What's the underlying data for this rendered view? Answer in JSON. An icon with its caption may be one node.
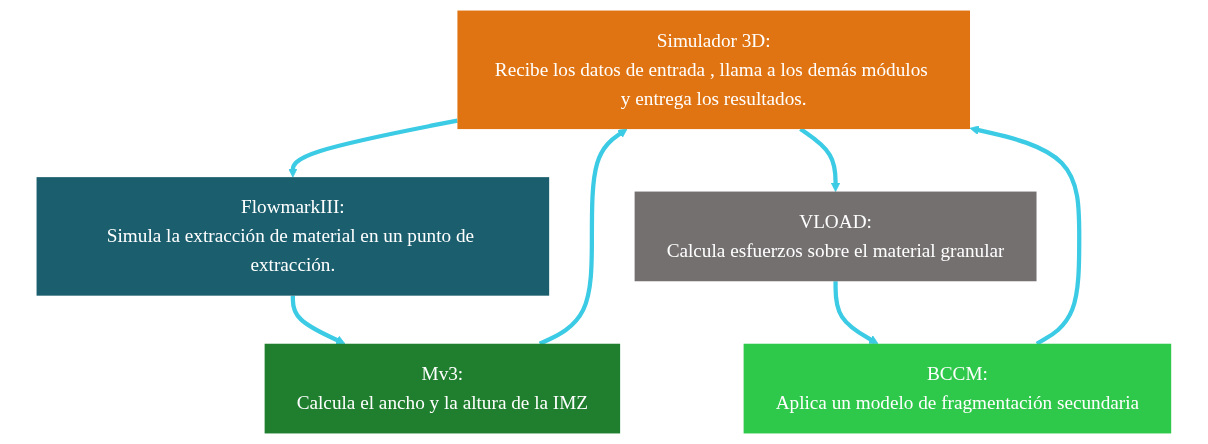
{
  "diagram": {
    "nodes": [
      {
        "text": [
          "Simulador 3D:",
          "Recibe los datos de entrada , llama a los demás módulos y entrega los resultados."
        ]
      },
      {
        "text": [
          "FlowmarkIII:",
          "Simula la extracción de material en un punto de extracción."
        ]
      },
      {
        "text": [
          "VLOAD:",
          "Calcula esfuerzos sobre el material granular"
        ]
      },
      {
        "text": [
          "Mv3:",
          "Calcula el ancho y la altura de la IMZ"
        ]
      },
      {
        "text": [
          "BCCM:",
          "Aplica un modelo de fragmentación secundaria"
        ]
      }
    ],
    "edges": [
      {
        "from": 0,
        "to": 1,
        "arrow": "to"
      },
      {
        "from": 0,
        "to": 2,
        "arrow": "to"
      },
      {
        "from": 1,
        "to": 3,
        "arrow": "to"
      },
      {
        "from": 2,
        "to": 4,
        "arrow": "to"
      },
      {
        "from": 3,
        "to": 0,
        "arrow": "to"
      },
      {
        "from": 4,
        "to": 0,
        "arrow": "to"
      }
    ]
  }
}
